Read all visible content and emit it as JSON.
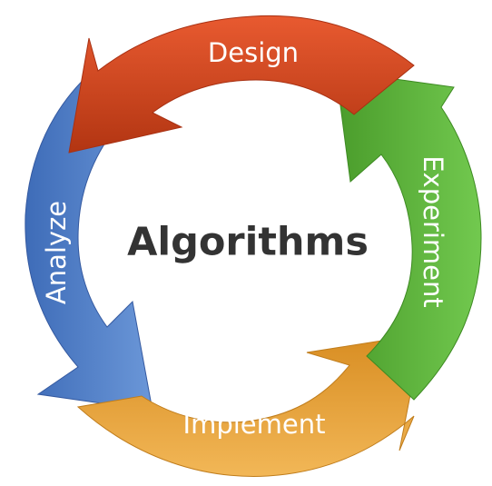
{
  "center_title": "Algorithms",
  "steps": [
    {
      "label": "Design",
      "color": "#d2431c",
      "color_dark": "#a83012"
    },
    {
      "label": "Experiment",
      "color": "#5cb53a",
      "color_dark": "#3d8a22"
    },
    {
      "label": "Implement",
      "color": "#e8a23c",
      "color_dark": "#c07d1c"
    },
    {
      "label": "Analyze",
      "color": "#4f7fc7",
      "color_dark": "#3459a0"
    }
  ],
  "cycle_direction": "counter-clockwise",
  "icon_names": [
    "arrow-design-icon",
    "arrow-experiment-icon",
    "arrow-implement-icon",
    "arrow-analyze-icon"
  ]
}
